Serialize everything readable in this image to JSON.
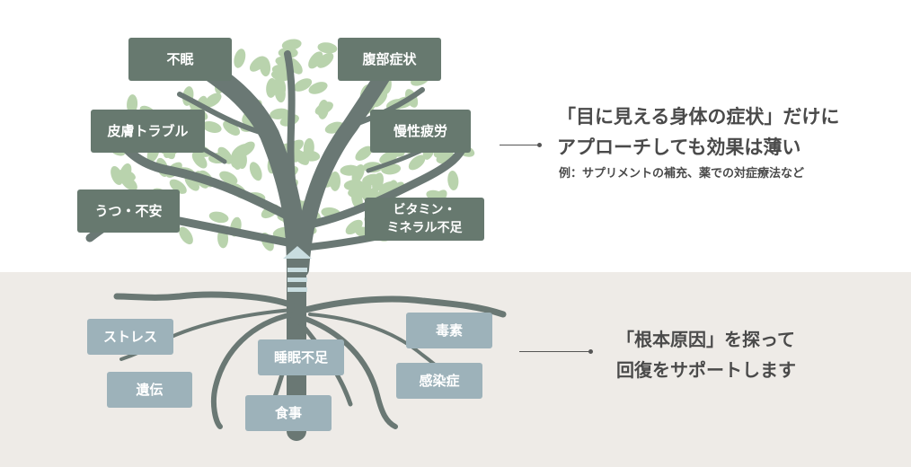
{
  "symptoms": [
    "不眠",
    "腹部症状",
    "皮膚トラブル",
    "慢性疲労",
    "うつ・不安",
    "ビタミン・\nミネラル不足"
  ],
  "causes": [
    "ストレス",
    "遺伝",
    "睡眠不足",
    "食事",
    "毒素",
    "感染症"
  ],
  "symptom_text": {
    "line1": "「目に見える身体の症状」だけに",
    "line2": "アプローチしても効果は薄い",
    "note": "例：サプリメントの補充、薬での対症療法など"
  },
  "cause_text": {
    "line1": "「根本原因」を探って",
    "line2": "回復をサポートします"
  },
  "colors": {
    "trunk": "#6a7874",
    "leaf": "#b9d3ad",
    "symptom_box": "#67796f",
    "cause_box": "#9db2ba",
    "ground": "#eeebe7"
  }
}
